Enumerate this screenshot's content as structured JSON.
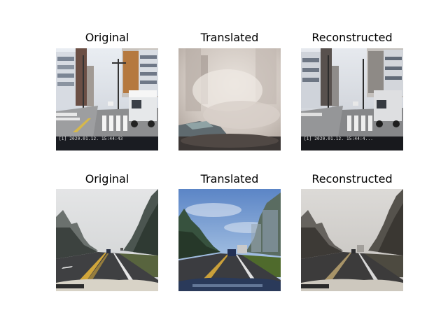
{
  "rows": [
    {
      "scene": "city-street",
      "panels": [
        {
          "title": "Original",
          "timestamp": "[1] 2020.01.12. 15:44:43"
        },
        {
          "title": "Translated"
        },
        {
          "title": "Reconstructed",
          "timestamp": "[1] 2020.01.12. 15:44:4..."
        }
      ]
    },
    {
      "scene": "foggy-highway",
      "panels": [
        {
          "title": "Original"
        },
        {
          "title": "Translated"
        },
        {
          "title": "Reconstructed"
        }
      ]
    }
  ]
}
